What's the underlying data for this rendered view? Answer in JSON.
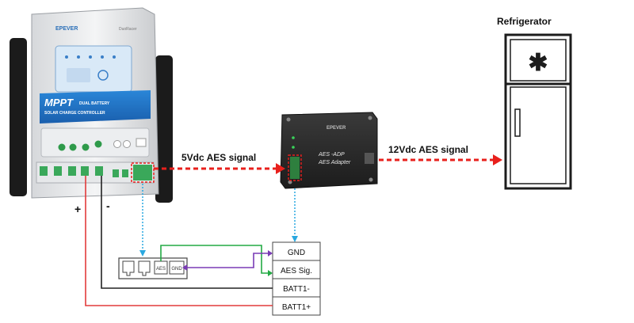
{
  "labels": {
    "five_vdc_signal": "5Vdc AES signal",
    "twelve_vdc_signal": "12Vdc AES signal",
    "refrigerator": "Refrigerator",
    "plus": "+",
    "minus": "-"
  },
  "controller": {
    "brand": "EPEVER",
    "model_text": "MPPT",
    "model_sub1": "DUAL BATTERY",
    "model_sub2": "SOLAR CHARGE CONTROLLER",
    "series_tag": "DuoRacer"
  },
  "adapter": {
    "brand": "EPEVER",
    "name_line1": "AES -ADP",
    "name_line2": "AES Adapter"
  },
  "terminal_block": {
    "rows": [
      "GND",
      "AES Sig.",
      "BATT1-",
      "BATT1+"
    ]
  },
  "connector": {
    "pin_label_aes": "AES",
    "pin_label_gnd": "GND"
  },
  "fridge": {
    "freezer_symbol": "✱"
  },
  "colors": {
    "signal_red": "#e8201c",
    "signal_blue": "#2aa8e0",
    "wire_green": "#22aa44",
    "wire_purple": "#7a3bb5",
    "wire_black": "#222222",
    "wire_red": "#e23b3b",
    "controller_panel": "#1f6fc0",
    "adapter_body": "#2b2b2b"
  }
}
